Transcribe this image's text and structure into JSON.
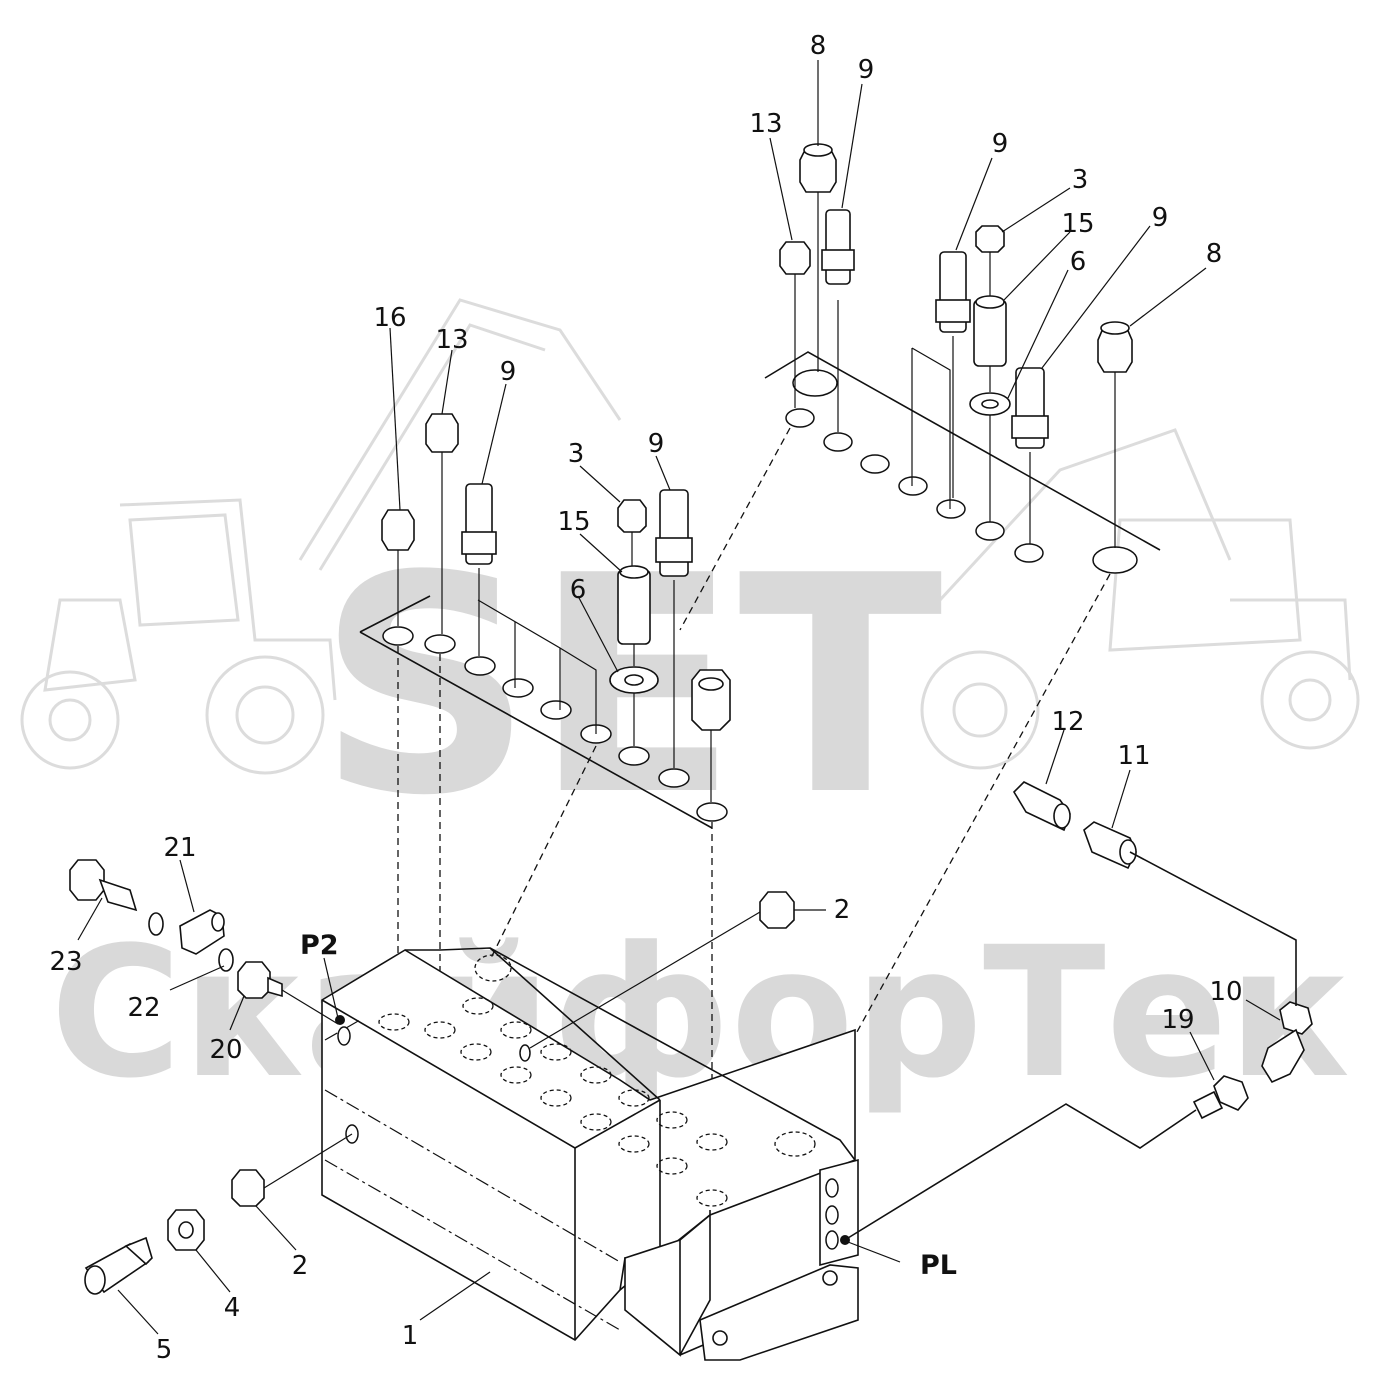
{
  "watermark": {
    "logo_text": "SET",
    "brand_text": "СкайфорТек"
  },
  "ports": {
    "p2": "P2",
    "pl": "PL"
  },
  "callouts": {
    "c8a": "8",
    "c9a": "9",
    "c13a": "13",
    "c9b": "9",
    "c3a": "3",
    "c15a": "15",
    "c9c": "9",
    "c6a": "6",
    "c8b": "8",
    "c16": "16",
    "c13b": "13",
    "c9d": "9",
    "c3b": "3",
    "c9e": "9",
    "c15b": "15",
    "c6b": "6",
    "c12": "12",
    "c11": "11",
    "c21": "21",
    "c2a": "2",
    "c23": "23",
    "c22": "22",
    "c20": "20",
    "c10": "10",
    "c19": "19",
    "c2b": "2",
    "c4": "4",
    "c5": "5",
    "c1": "1"
  }
}
